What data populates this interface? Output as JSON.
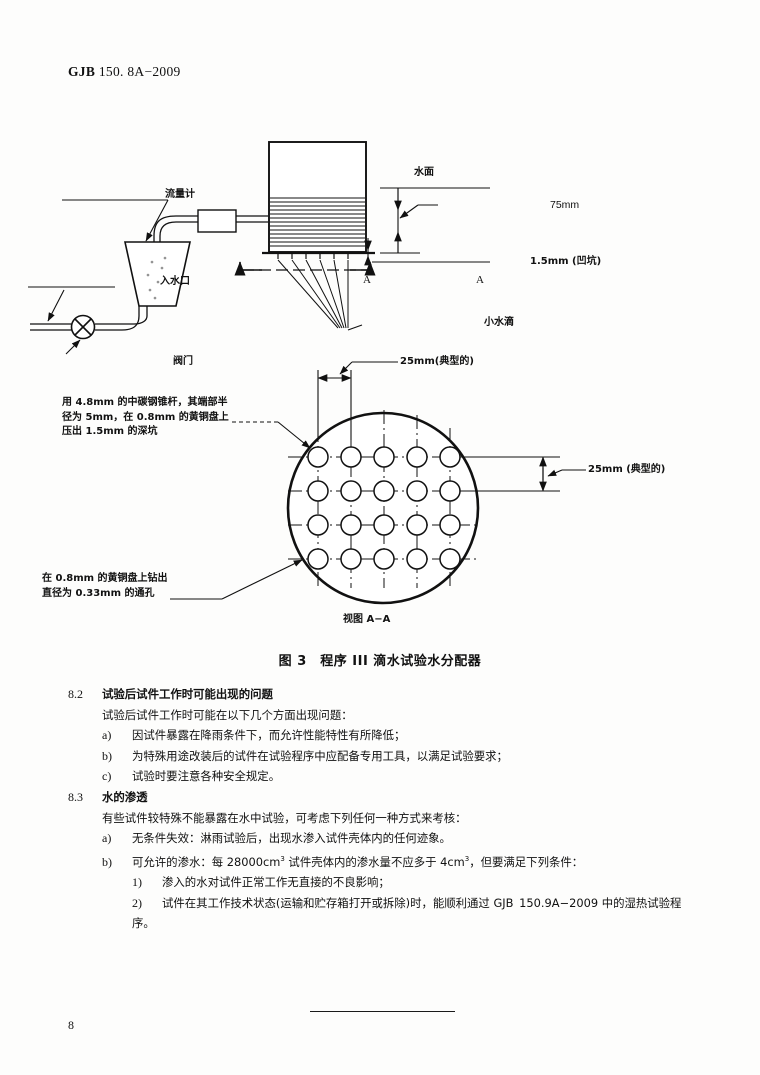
{
  "header": {
    "standard_prefix": "GJB",
    "standard_number": "150. 8A−2009"
  },
  "figure": {
    "caption": "图 3 程序 III 滴水试验水分配器",
    "top_diagram": {
      "flow_meter_label": "流量计",
      "inlet_label": "入水口",
      "valve_label": "阀门",
      "water_surface_label": "水面",
      "height_dim": "75mm",
      "dimple_dim": "1.5mm (凹坑)",
      "droplet_label": "小水滴",
      "section_mark_left": "A",
      "section_mark_right": "A"
    },
    "bottom_diagram": {
      "pitch_top_dim": "25mm(典型的)",
      "pitch_right_dim": "25mm (典型的)",
      "cone_note": "用 4.8mm 的中碳钢锥杆，其端部半径为 5mm，在 0.8mm 的黄铜盘上压出 1.5mm 的深坑",
      "hole_note": "在 0.8mm 的黄铜盘上钻出直径为 0.33mm 的通孔",
      "view_label": "视图 A−A"
    }
  },
  "sections": [
    {
      "number": "8.2",
      "title": "试验后试件工作时可能出现的问题",
      "lead": "试验后试件工作时可能在以下几个方面出现问题：",
      "items": [
        {
          "mark": "a)",
          "text": "因试件暴露在降雨条件下，而允许性能特性有所降低；"
        },
        {
          "mark": "b)",
          "text": "为特殊用途改装后的试件在试验程序中应配备专用工具，以满足试验要求；"
        },
        {
          "mark": "c)",
          "text": "试验时要注意各种安全规定。"
        }
      ]
    },
    {
      "number": "8.3",
      "title": "水的渗透",
      "lead": "有些试件较特殊不能暴露在水中试验，可考虑下列任何一种方式来考核：",
      "items": [
        {
          "mark": "a)",
          "text": "无条件失效：淋雨试验后，出现水渗入试件壳体内的任何迹象。"
        },
        {
          "mark": "b)",
          "text_parts": [
            "可允许的渗水：每 28000cm",
            "3",
            " 试件壳体内的渗水量不应多于 4cm",
            "3",
            "，但要满足下列条件："
          ],
          "subitems": [
            {
              "mark": "1)",
              "text": "渗入的水对试件正常工作无直接的不良影响；"
            },
            {
              "mark": "2)",
              "text": "试件在其工作技术状态(运输和贮存箱打开或拆除)时，能顺利通过 GJB 150.9A−2009 中的湿热试验程序。"
            }
          ]
        }
      ]
    }
  ],
  "footer": {
    "page_number": "8"
  }
}
